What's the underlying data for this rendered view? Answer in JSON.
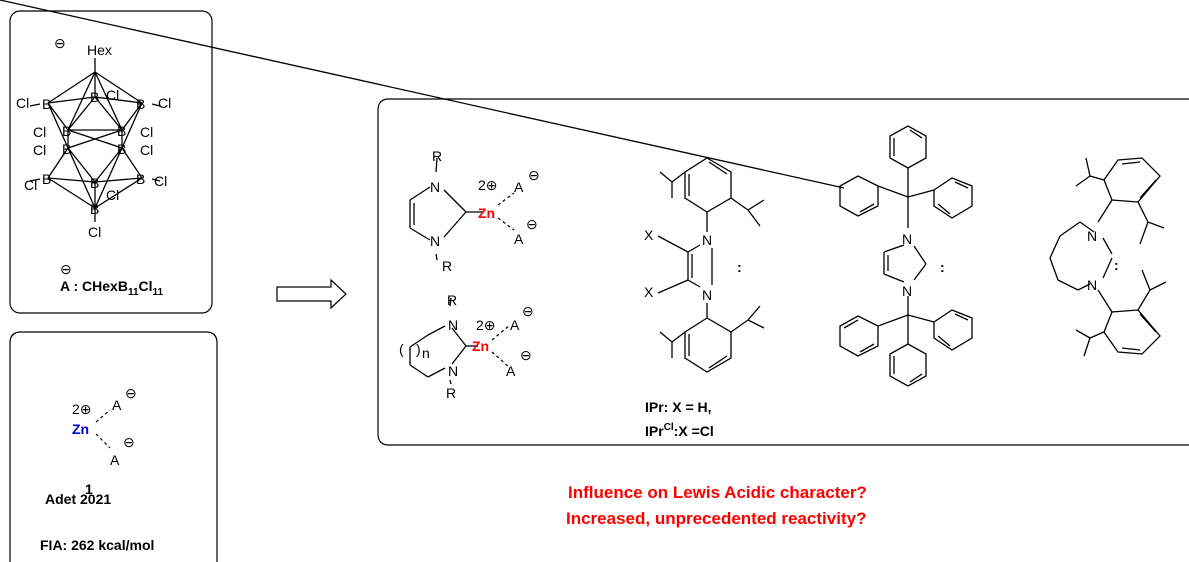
{
  "anion_box": {
    "hex": "Hex",
    "charge": "⊖",
    "boron": "B",
    "chlorine": "Cl",
    "label_prefix": "A : CHexB",
    "label_sub1": "11",
    "label_mid": "Cl",
    "label_sub2": "11"
  },
  "zinc_box": {
    "zn": "Zn",
    "charge2": "2⊕",
    "anion": "A",
    "anion_charge": "⊖",
    "compound_number": "1",
    "citation": "Adet 2021",
    "fia": "FIA: 262 kcal/mol"
  },
  "ligand_box": {
    "nitrogen": "N",
    "substituent": "R",
    "zn": "Zn",
    "charge2": "2⊕",
    "anion": "A",
    "anion_charge": "⊖",
    "ring_n": "n",
    "paren_open": "(",
    "paren_close": ")",
    "backbone_x": "X",
    "carbene_dots": ":",
    "ipr_line": "IPr: X = H,",
    "iprcl_prefix": "IPr",
    "iprcl_sup": "Cl",
    "iprcl_suffix": ":X =Cl"
  },
  "questions": [
    "Influence on Lewis Acidic character?",
    "Increased, unprecedented reactivity?"
  ],
  "colors": {
    "question": "#ff0000",
    "zn_ligated": "#ff0000",
    "zn_bare": "#0000cc"
  }
}
